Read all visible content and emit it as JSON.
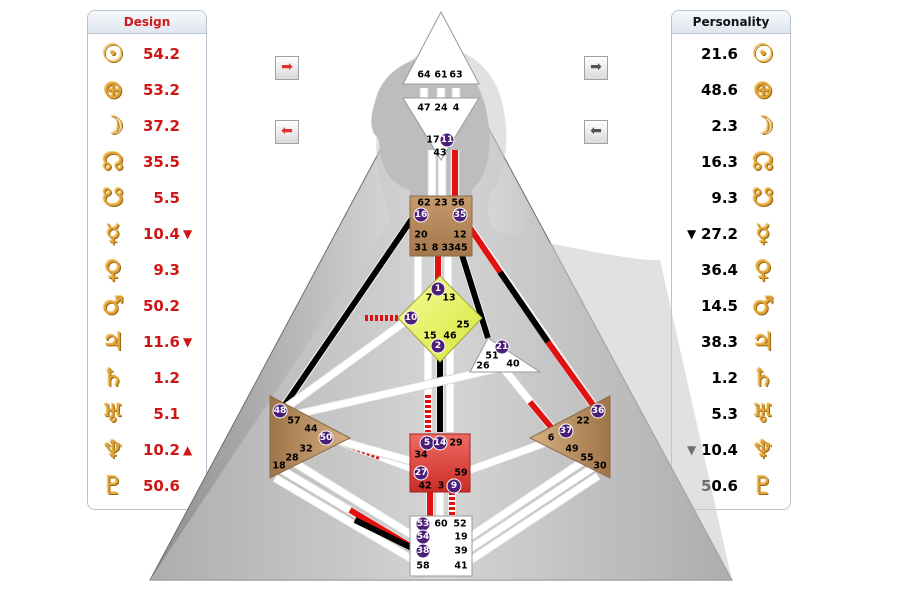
{
  "design": {
    "title": "Design",
    "rows": [
      {
        "icon": "sun-icon",
        "symbol": "☉",
        "value": "54.2",
        "marker": ""
      },
      {
        "icon": "earth-icon",
        "symbol": "⊕",
        "value": "53.2",
        "marker": ""
      },
      {
        "icon": "moon-icon",
        "symbol": "☽",
        "value": "37.2",
        "marker": ""
      },
      {
        "icon": "north-node-icon",
        "symbol": "☊",
        "value": "35.5",
        "marker": ""
      },
      {
        "icon": "south-node-icon",
        "symbol": "☋",
        "value": "5.5",
        "marker": ""
      },
      {
        "icon": "mercury-icon",
        "symbol": "☿",
        "value": "10.4",
        "marker": "▼"
      },
      {
        "icon": "venus-icon",
        "symbol": "♀",
        "value": "9.3",
        "marker": ""
      },
      {
        "icon": "mars-icon",
        "symbol": "♂",
        "value": "50.2",
        "marker": ""
      },
      {
        "icon": "jupiter-icon",
        "symbol": "♃",
        "value": "11.6",
        "marker": "▼"
      },
      {
        "icon": "saturn-icon",
        "symbol": "♄",
        "value": "1.2",
        "marker": ""
      },
      {
        "icon": "uranus-icon",
        "symbol": "♅",
        "value": "5.1",
        "marker": ""
      },
      {
        "icon": "neptune-icon",
        "symbol": "♆",
        "value": "10.2",
        "marker": "▲"
      },
      {
        "icon": "pluto-icon",
        "symbol": "♇",
        "value": "50.6",
        "marker": ""
      }
    ]
  },
  "personality": {
    "title": "Personality",
    "rows": [
      {
        "icon": "sun-icon",
        "symbol": "☉",
        "value": "21.6",
        "marker": ""
      },
      {
        "icon": "earth-icon",
        "symbol": "⊕",
        "value": "48.6",
        "marker": ""
      },
      {
        "icon": "moon-icon",
        "symbol": "☽",
        "value": "2.3",
        "marker": ""
      },
      {
        "icon": "north-node-icon",
        "symbol": "☊",
        "value": "16.3",
        "marker": ""
      },
      {
        "icon": "south-node-icon",
        "symbol": "☋",
        "value": "9.3",
        "marker": ""
      },
      {
        "icon": "mercury-icon",
        "symbol": "☿",
        "value": "27.2",
        "marker": "▼"
      },
      {
        "icon": "venus-icon",
        "symbol": "♀",
        "value": "36.4",
        "marker": ""
      },
      {
        "icon": "mars-icon",
        "symbol": "♂",
        "value": "14.5",
        "marker": ""
      },
      {
        "icon": "jupiter-icon",
        "symbol": "♃",
        "value": "38.3",
        "marker": ""
      },
      {
        "icon": "saturn-icon",
        "symbol": "♄",
        "value": "1.2",
        "marker": ""
      },
      {
        "icon": "uranus-icon",
        "symbol": "♅",
        "value": "5.3",
        "marker": ""
      },
      {
        "icon": "neptune-icon",
        "symbol": "♆",
        "value": "10.4",
        "marker": "▼"
      },
      {
        "icon": "pluto-icon",
        "symbol": "♇",
        "value": "50.6",
        "marker": ""
      }
    ]
  },
  "nav": {
    "design_next": "➡",
    "design_prev": "⬅",
    "personality_next": "➡",
    "personality_prev": "⬅"
  },
  "colors": {
    "design_text": "#d01515",
    "personality_text": "#000000",
    "design_channel": "#e11111",
    "personality_channel": "#000000",
    "head_center": "#ffffff",
    "ajna_center": "#e9f562",
    "throat_center": "#b8875a",
    "sacral_center": "#e0453f",
    "spleen_center": "#b8875a",
    "solar_plexus_center": "#b8875a",
    "root_center": "#ffffff",
    "activation_dot": "#4b1e78"
  },
  "bodygraph": {
    "centers": {
      "head": [
        "64",
        "61",
        "63"
      ],
      "ajna": [
        "47",
        "24",
        "4",
        "17",
        "11",
        "43"
      ],
      "throat": [
        "62",
        "23",
        "56",
        "16",
        "35",
        "20",
        "12",
        "31",
        "8",
        "33",
        "45"
      ],
      "g": [
        "1",
        "7",
        "13",
        "10",
        "25",
        "15",
        "46",
        "2"
      ],
      "ego": [
        "21",
        "51",
        "26",
        "40"
      ],
      "spleen": [
        "48",
        "57",
        "44",
        "50",
        "32",
        "28",
        "18"
      ],
      "sacral": [
        "5",
        "14",
        "29",
        "34",
        "27",
        "59",
        "42",
        "3",
        "9"
      ],
      "solar_plexus": [
        "36",
        "22",
        "37",
        "6",
        "49",
        "55",
        "30"
      ],
      "root": [
        "53",
        "60",
        "52",
        "54",
        "19",
        "38",
        "39",
        "58",
        "41"
      ]
    },
    "activated_gates": [
      "11",
      "16",
      "35",
      "1",
      "10",
      "2",
      "21",
      "48",
      "50",
      "5",
      "14",
      "27",
      "9",
      "36",
      "37",
      "53",
      "54",
      "38"
    ]
  }
}
